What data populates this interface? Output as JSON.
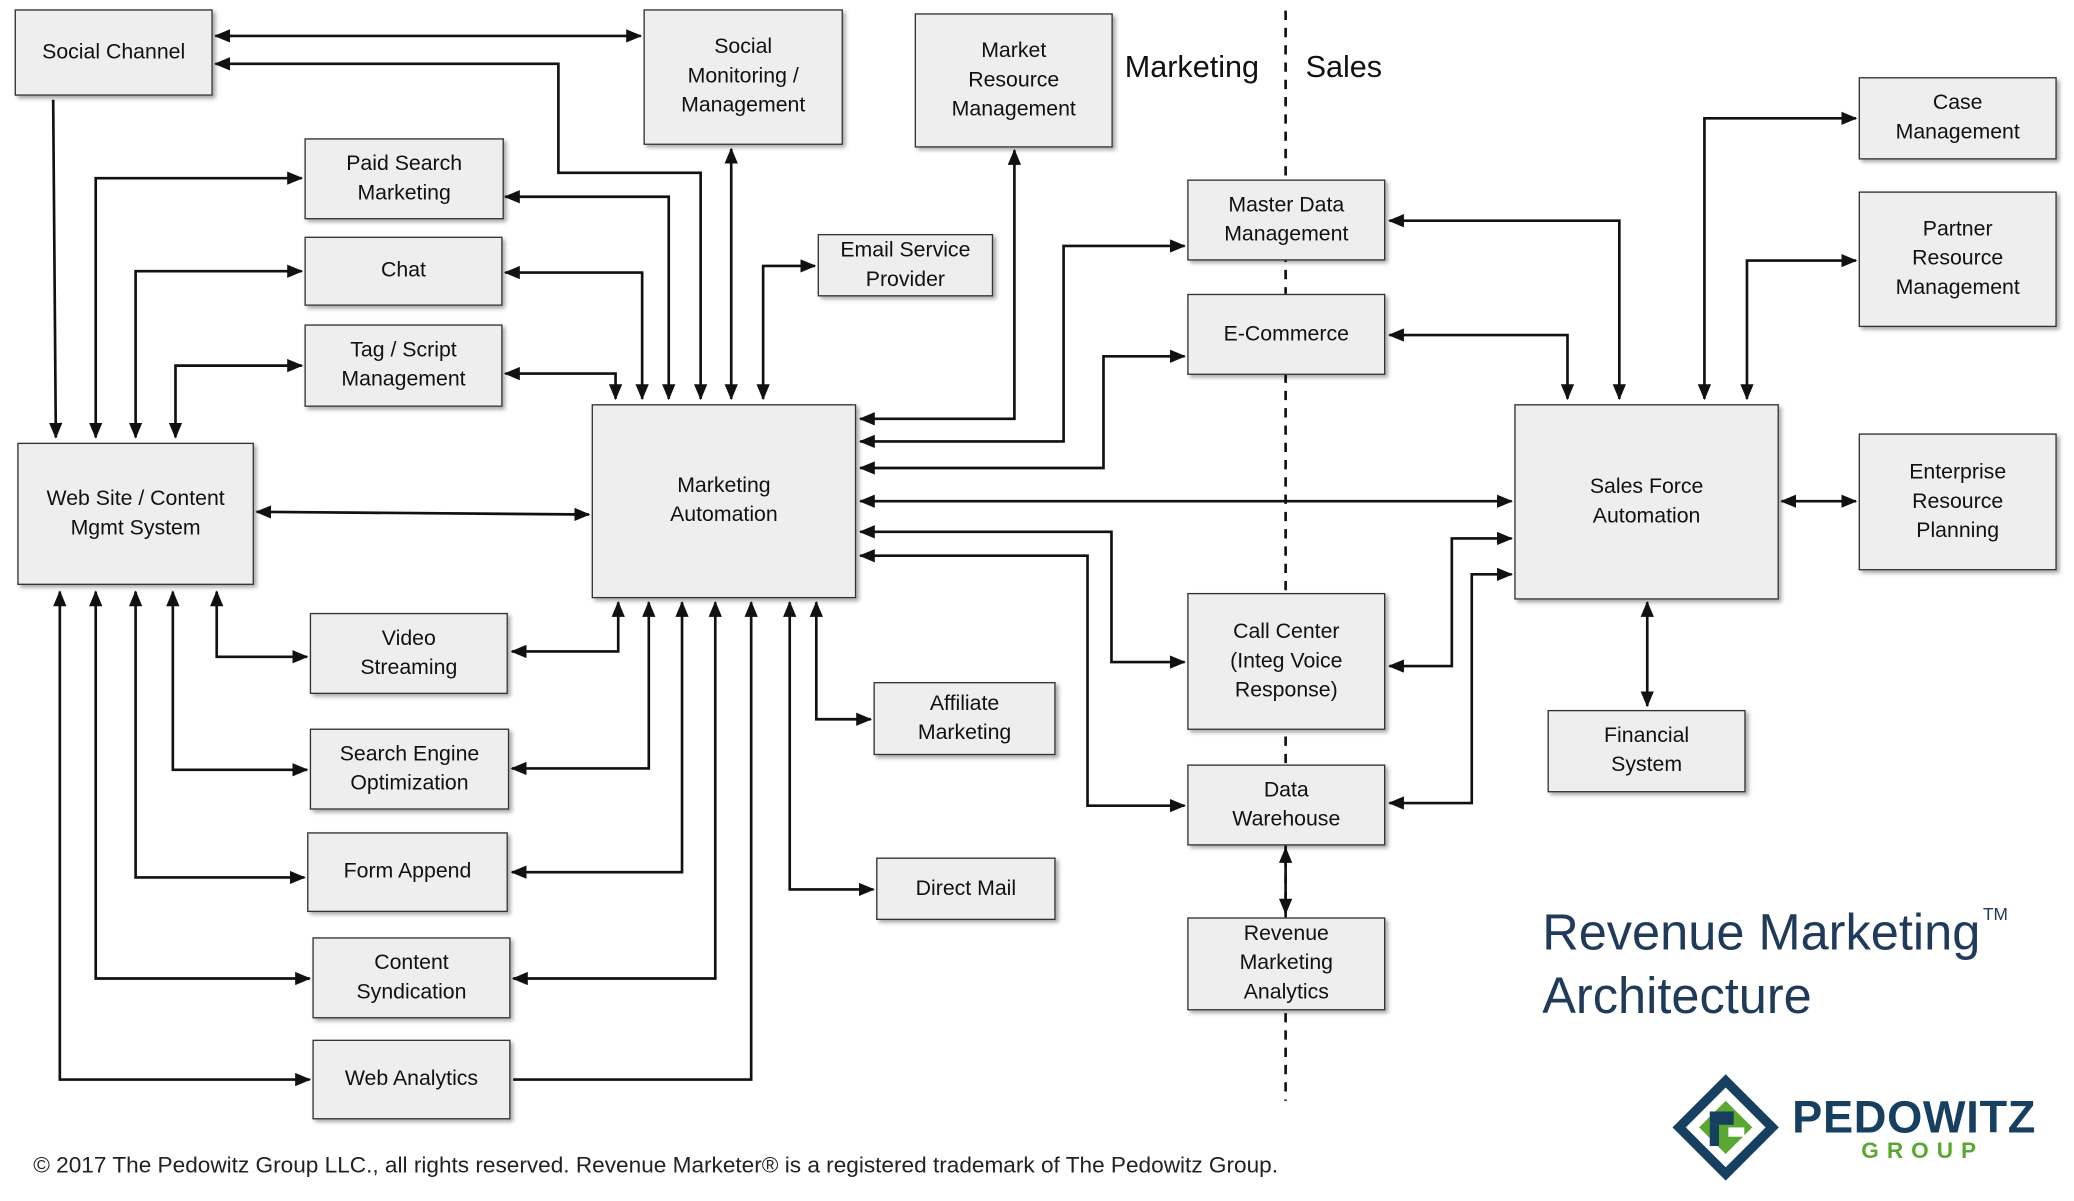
{
  "region_labels": {
    "marketing": "Marketing",
    "sales": "Sales"
  },
  "nodes": {
    "social_channel": "Social Channel",
    "social_monitoring": "Social\nMonitoring /\nManagement",
    "market_resource": "Market\nResource\nManagement",
    "paid_search": "Paid Search\nMarketing",
    "chat": "Chat",
    "tag_script": "Tag / Script\nManagement",
    "email_service": "Email Service\nProvider",
    "web_site": "Web Site / Content\nMgmt System",
    "marketing_automation": "Marketing\nAutomation",
    "master_data": "Master Data\nManagement",
    "ecommerce": "E-Commerce",
    "video_streaming": "Video\nStreaming",
    "seo": "Search Engine\nOptimization",
    "form_append": "Form Append",
    "content_syndication": "Content\nSyndication",
    "web_analytics": "Web Analytics",
    "affiliate_marketing": "Affiliate\nMarketing",
    "direct_mail": "Direct Mail",
    "call_center": "Call Center\n(Integ Voice\nResponse)",
    "data_warehouse": "Data\nWarehouse",
    "revenue_analytics": "Revenue\nMarketing\nAnalytics",
    "case_management": "Case\nManagement",
    "partner_resource": "Partner\nResource\nManagement",
    "sales_force": "Sales Force\nAutomation",
    "erp": "Enterprise\nResource\nPlanning",
    "financial_system": "Financial\nSystem"
  },
  "title": {
    "line1": "Revenue Marketing",
    "trademark": "TM",
    "line2": "Architecture"
  },
  "brand": {
    "name": "PEDOWITZ",
    "sub": "GROUP"
  },
  "copyright": "© 2017 The Pedowitz Group LLC., all rights reserved. Revenue Marketer® is a registered trademark of The Pedowitz Group.",
  "colors": {
    "box_fill": "#eeeeee",
    "box_border": "#333333",
    "title": "#1f3a5a",
    "brand_navy": "#173f5f",
    "brand_green": "#5aa832"
  }
}
